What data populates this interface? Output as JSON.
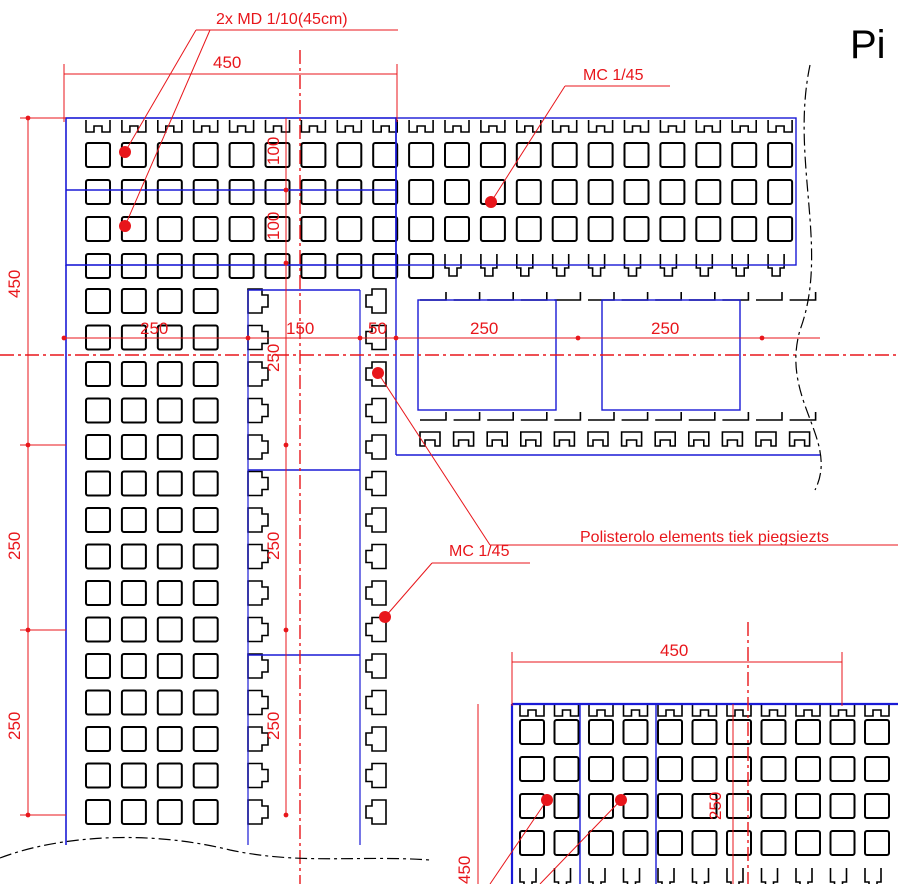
{
  "title": "Pi",
  "callouts": {
    "md": "2x MD 1/10(45cm)",
    "mc_top": "MC 1/45",
    "mc_mid": "MC 1/45",
    "polisterolo": "Polisterolo elements tiek piegsiezts"
  },
  "dimensions": {
    "top_width": "450",
    "left_height_top": "450",
    "left_height_mid": "250",
    "left_height_bot": "250",
    "row_100_a": "100",
    "row_100_b": "100",
    "cross_250_left": "250",
    "cross_150": "150",
    "cross_50": "50",
    "cross_250_mid": "250",
    "cross_250_right": "250",
    "vert_250_a": "250",
    "vert_250_b": "250",
    "vert_250_c": "250",
    "inset_width": "450",
    "inset_250": "250",
    "inset_450": "450"
  },
  "colors": {
    "annotation": "#e8161b",
    "outline": "#1a1ad6",
    "cells": "#000000"
  }
}
